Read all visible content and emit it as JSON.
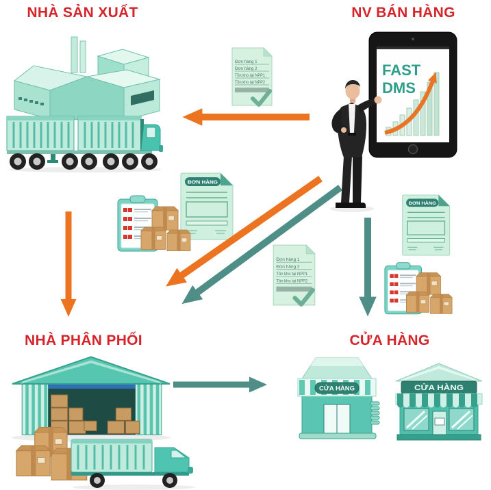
{
  "titles": {
    "manufacturer": "NHÀ SẢN XUẤT",
    "sales_rep": "NV BÁN HÀNG",
    "distributor": "NHÀ PHÂN PHỐI",
    "store": "CỬA HÀNG"
  },
  "tablet": {
    "app_line1": "FAST",
    "app_line2": "DMS"
  },
  "order_note": {
    "lines": [
      "Đơn hàng 1",
      "Đơn hàng 2",
      "Tồn kho tại NPP1",
      "Tồn kho tại NPP2"
    ]
  },
  "order_form": {
    "header": "ĐƠN HÀNG"
  },
  "stores": {
    "left_sign": "CỬA HÀNG",
    "right_sign": "CỬA HÀNG"
  },
  "colors": {
    "title_red": "#D6242B",
    "flow_orange": "#EC7320",
    "flow_teal": "#4E8E86",
    "brand_teal": "#3FB39E",
    "doc_mint": "#D5F0DE",
    "doc_header_teal": "#2F8273",
    "cardboard": "#D9A76C"
  },
  "flows": [
    {
      "name": "sales-to-manufacturer",
      "color": "#EC7320",
      "direction": "right-to-left"
    },
    {
      "name": "manufacturer-to-distributor",
      "color": "#EC7320",
      "direction": "down"
    },
    {
      "name": "sales-to-distributor",
      "color": "#EC7320",
      "direction": "down-left"
    },
    {
      "name": "sales-to-distributor-report",
      "color": "#4E8E86",
      "direction": "down-left"
    },
    {
      "name": "sales-to-store",
      "color": "#4E8E86",
      "direction": "down"
    },
    {
      "name": "distributor-to-store",
      "color": "#4E8E86",
      "direction": "right"
    }
  ]
}
